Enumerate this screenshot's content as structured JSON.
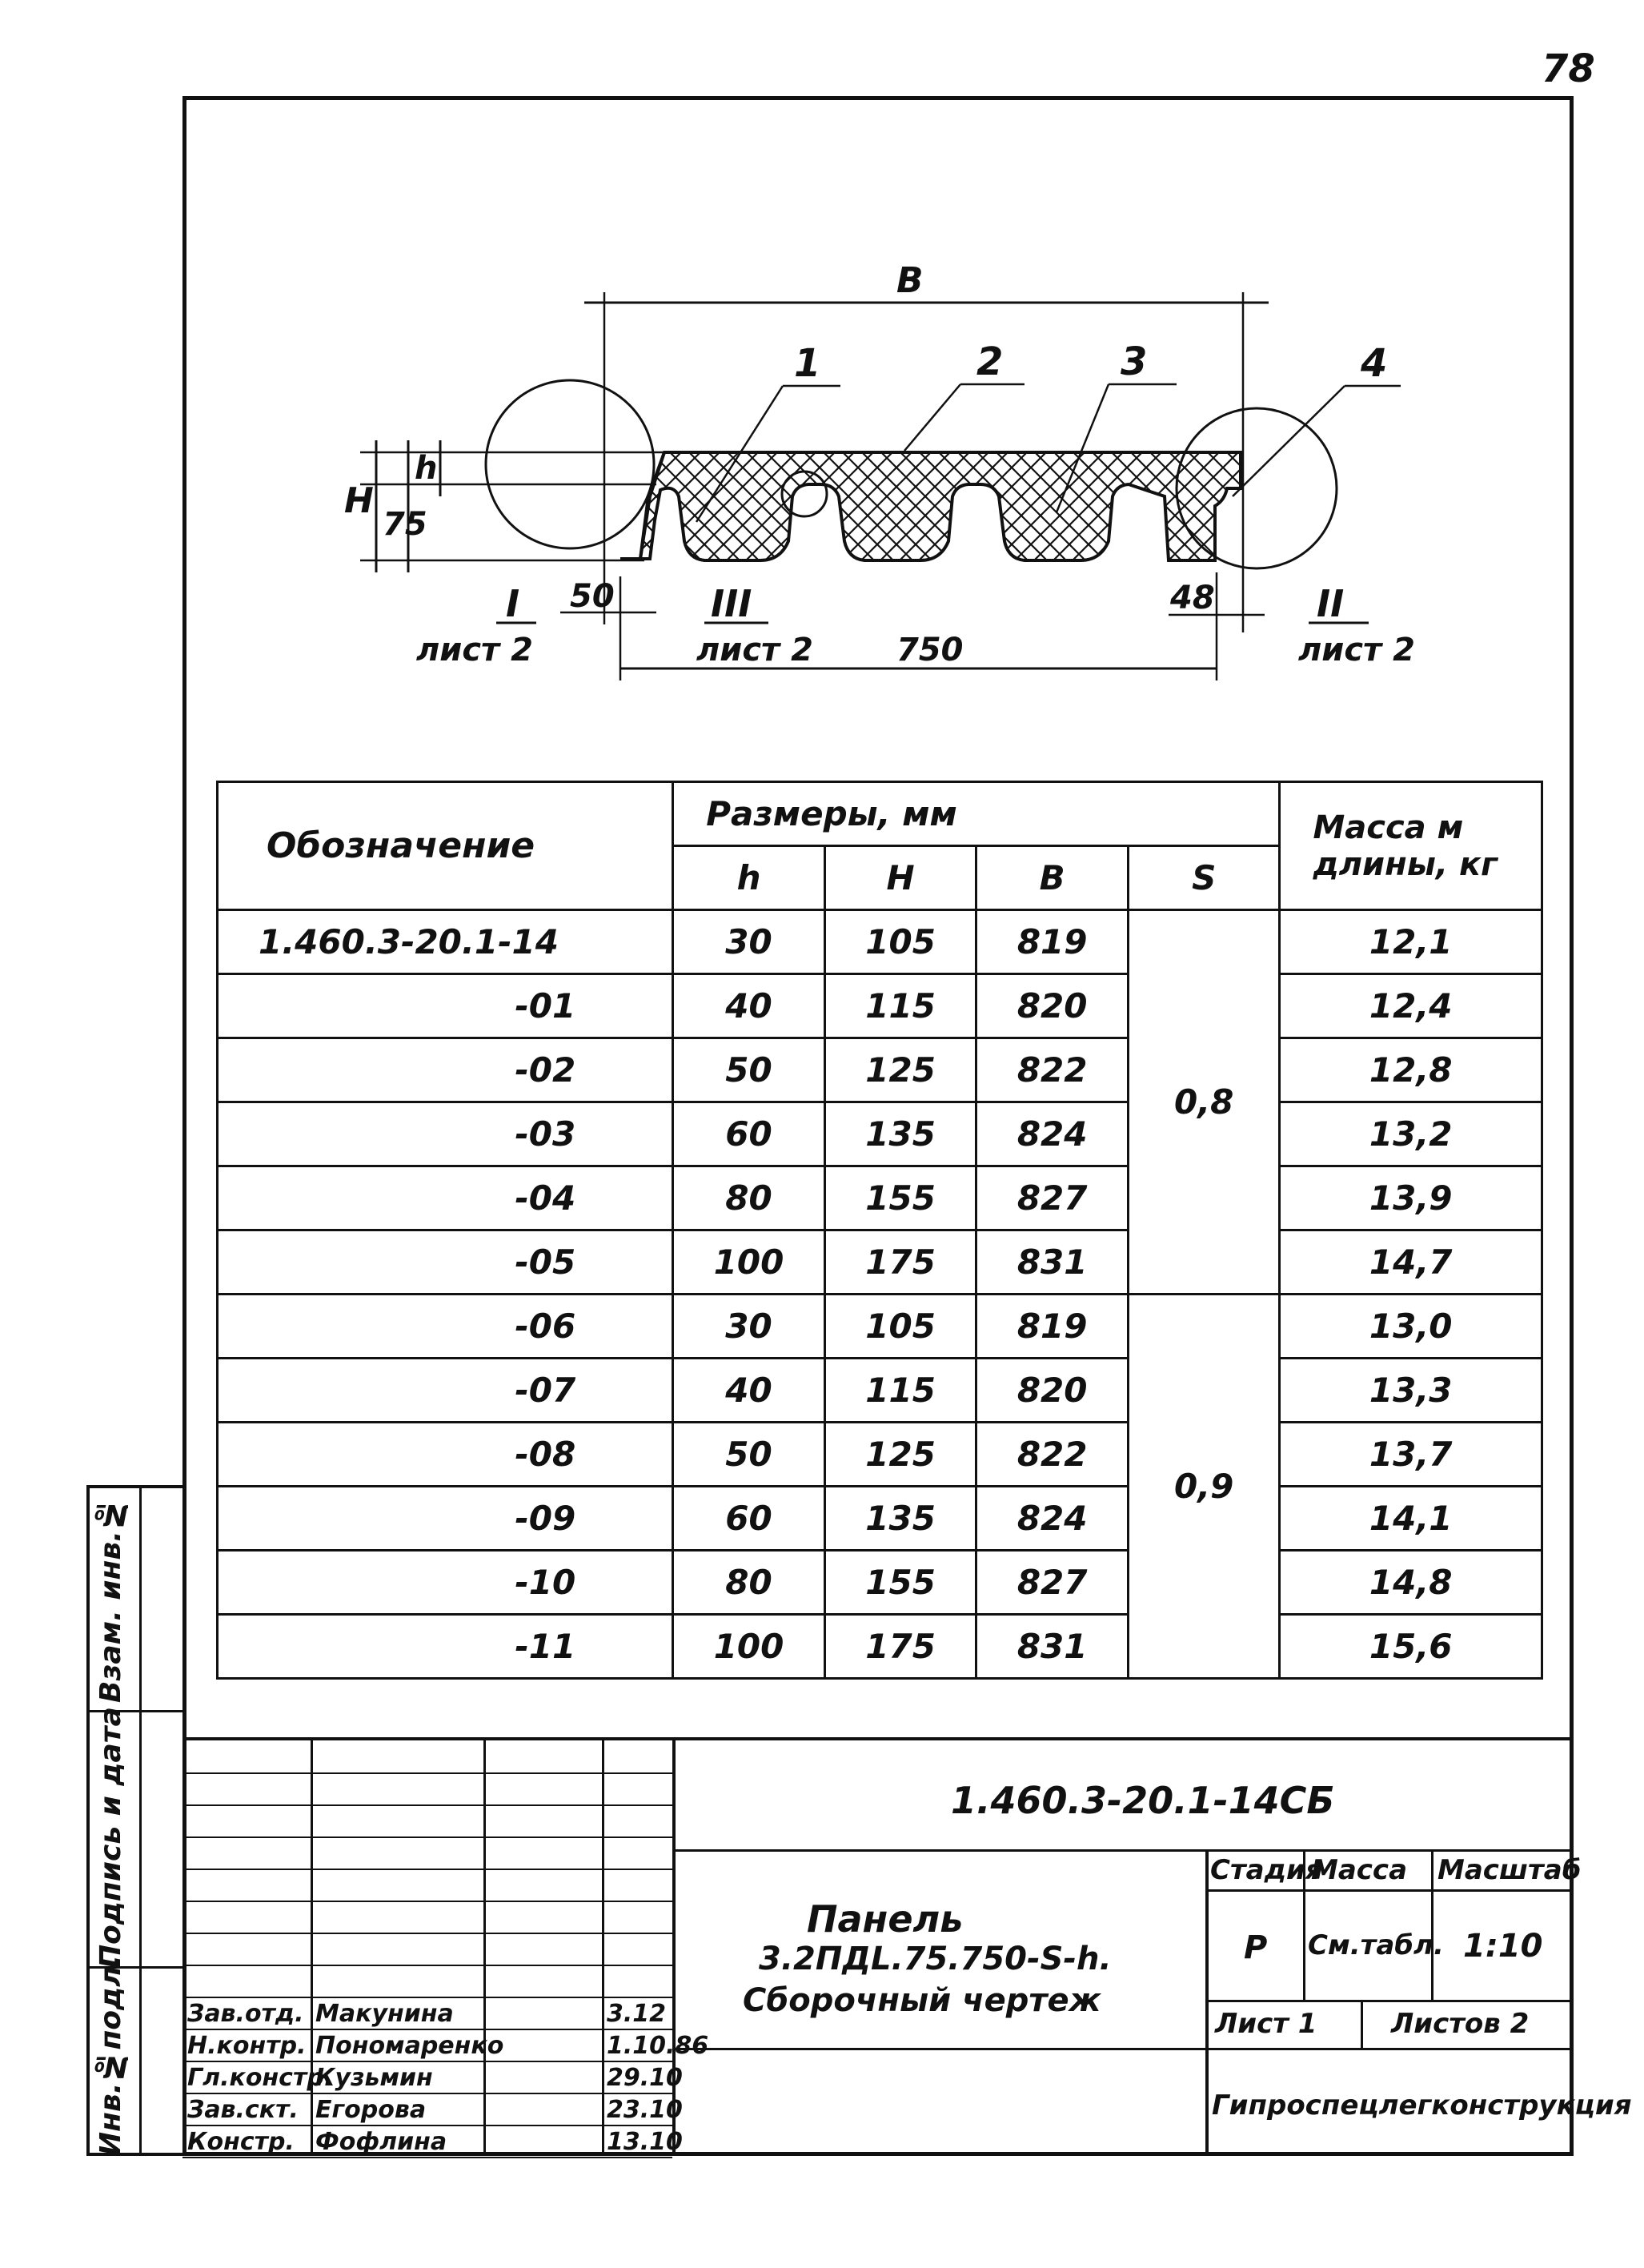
{
  "page_number": "78",
  "drawing": {
    "dimension_B": "B",
    "dimension_H": "H",
    "dimension_h": "h",
    "dimension_75": "75",
    "dimension_50": "50",
    "dimension_48": "48",
    "dimension_750": "750",
    "callout_1": "1",
    "callout_2": "2",
    "callout_3": "3",
    "callout_4": "4",
    "view_I": "I",
    "view_II": "II",
    "view_III": "III",
    "sheet_ref": "лист 2"
  },
  "table": {
    "col_designation": "Обозначение",
    "col_dimensions": "Размеры, мм",
    "col_h": "h",
    "col_H": "H",
    "col_B": "B",
    "col_S": "S",
    "col_mass": "Масса м длины, кг",
    "s_group1": "0,8",
    "s_group2": "0,9",
    "rows": [
      {
        "designation": "1.460.3-20.1-14",
        "h": "30",
        "H": "105",
        "B": "819",
        "mass": "12,1"
      },
      {
        "designation": "-01",
        "h": "40",
        "H": "115",
        "B": "820",
        "mass": "12,4"
      },
      {
        "designation": "-02",
        "h": "50",
        "H": "125",
        "B": "822",
        "mass": "12,8"
      },
      {
        "designation": "-03",
        "h": "60",
        "H": "135",
        "B": "824",
        "mass": "13,2"
      },
      {
        "designation": "-04",
        "h": "80",
        "H": "155",
        "B": "827",
        "mass": "13,9"
      },
      {
        "designation": "-05",
        "h": "100",
        "H": "175",
        "B": "831",
        "mass": "14,7"
      },
      {
        "designation": "-06",
        "h": "30",
        "H": "105",
        "B": "819",
        "mass": "13,0"
      },
      {
        "designation": "-07",
        "h": "40",
        "H": "115",
        "B": "820",
        "mass": "13,3"
      },
      {
        "designation": "-08",
        "h": "50",
        "H": "125",
        "B": "822",
        "mass": "13,7"
      },
      {
        "designation": "-09",
        "h": "60",
        "H": "135",
        "B": "824",
        "mass": "14,1"
      },
      {
        "designation": "-10",
        "h": "80",
        "H": "155",
        "B": "827",
        "mass": "14,8"
      },
      {
        "designation": "-11",
        "h": "100",
        "H": "175",
        "B": "831",
        "mass": "15,6"
      }
    ]
  },
  "side_strip": {
    "inv_no_orig": "Инв.№подл.",
    "sign_date": "Подпись и дата",
    "vzam_inv": "Взам. инв.№"
  },
  "title_block": {
    "doc_code": "1.460.3-20.1-14СБ",
    "name_line1": "Панель",
    "name_line2": "3.2ПДL.75.750-S-h.",
    "name_line3": "Сборочный чертеж",
    "stage_label": "Стадия",
    "mass_label": "Масса",
    "scale_label": "Масштаб",
    "stage_value": "Р",
    "mass_value": "См.табл.",
    "scale_value": "1:10",
    "sheet_label": "Лист 1",
    "sheets_label": "Листов 2",
    "organization": "Гипроспецлегконструкция",
    "signers": [
      {
        "role": "Зав.отд.",
        "name": "Макунина",
        "date": "3.12"
      },
      {
        "role": "Н.контр.",
        "name": "Пономаренко",
        "date": "1.10.86"
      },
      {
        "role": "Гл.констр.",
        "name": "Кузьмин",
        "date": "29.10"
      },
      {
        "role": "Зав.скт.",
        "name": "Егорова",
        "date": "23.10"
      },
      {
        "role": "Констр.",
        "name": "Фофлина",
        "date": "13.10"
      }
    ]
  }
}
